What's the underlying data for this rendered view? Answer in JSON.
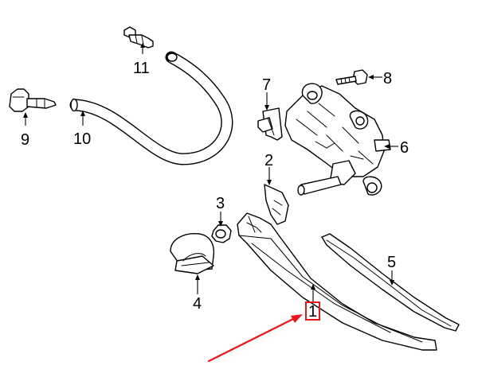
{
  "callouts": [
    {
      "id": "1",
      "text": "1"
    },
    {
      "id": "2",
      "text": "2"
    },
    {
      "id": "3",
      "text": "3"
    },
    {
      "id": "4",
      "text": "4"
    },
    {
      "id": "5",
      "text": "5"
    },
    {
      "id": "6",
      "text": "6"
    },
    {
      "id": "7",
      "text": "7"
    },
    {
      "id": "8",
      "text": "8"
    },
    {
      "id": "9",
      "text": "9"
    },
    {
      "id": "10",
      "text": "10"
    },
    {
      "id": "11",
      "text": "11"
    }
  ],
  "colors": {
    "line": "#000000",
    "highlight": "#e8161b",
    "background": "#ffffff"
  }
}
